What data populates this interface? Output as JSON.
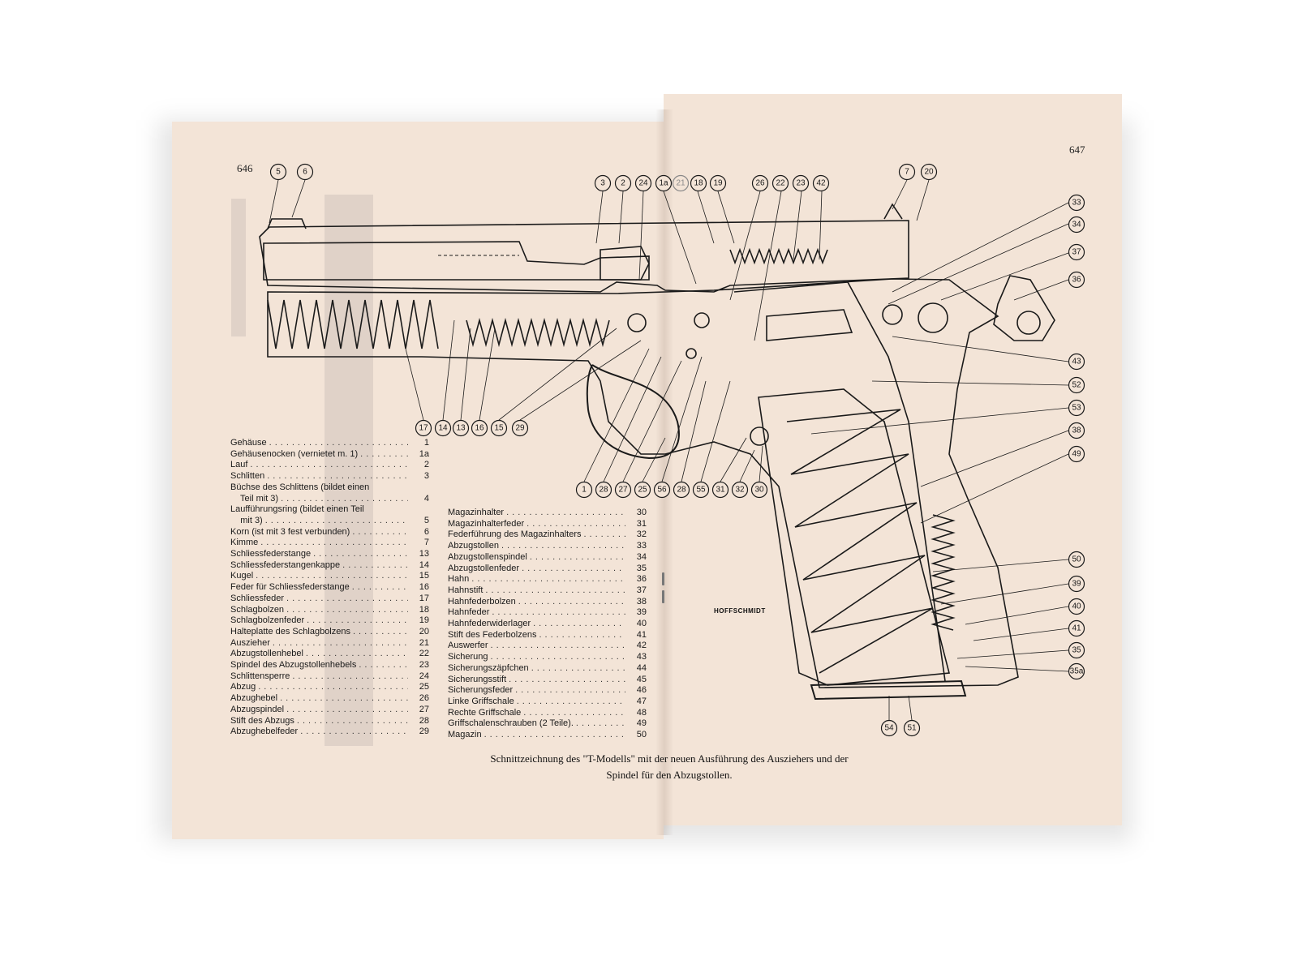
{
  "pages": {
    "left_number": "646",
    "right_number": "647"
  },
  "signature": "HOFFSCHMIDT",
  "caption": {
    "line1": "Schnittzeichnung des \"T-Modells\" mit der neuen Ausführung des Ausziehers und der",
    "line2": "Spindel für den Abzugstollen."
  },
  "callouts": {
    "top_left": [
      "5",
      "6"
    ],
    "top_middle": [
      "3",
      "2",
      "24",
      "1a",
      "21",
      "18",
      "19",
      "26",
      "22",
      "23",
      "42"
    ],
    "top_right": [
      "7",
      "20"
    ],
    "right_column": [
      "33",
      "34",
      "37",
      "36",
      "43",
      "52",
      "53",
      "38",
      "49",
      "50",
      "39",
      "40",
      "41",
      "35",
      "35a"
    ],
    "bottom_left_row": [
      "17",
      "14",
      "13",
      "16",
      "15",
      "29"
    ],
    "bottom_middle_row": [
      "1",
      "28",
      "27",
      "25",
      "56",
      "28",
      "55",
      "31",
      "32",
      "30"
    ],
    "bottom_magazine": [
      "54",
      "51"
    ]
  },
  "parts_left": [
    {
      "name": "Gehäuse",
      "num": "1"
    },
    {
      "name": "Gehäusenocken (vernietet m. 1)",
      "num": "1a"
    },
    {
      "name": "Lauf",
      "num": "2"
    },
    {
      "name": "Schlitten",
      "num": "3"
    },
    {
      "name": "Büchse des Schlittens (bildet einen",
      "num": ""
    },
    {
      "name": "    Teil mit 3)",
      "num": "4"
    },
    {
      "name": "Laufführungsring (bildet einen Teil",
      "num": ""
    },
    {
      "name": "    mit 3)",
      "num": "5"
    },
    {
      "name": "Korn (ist mit 3 fest verbunden)",
      "num": "6"
    },
    {
      "name": "Kimme",
      "num": "7"
    },
    {
      "name": "Schliessfederstange",
      "num": "13"
    },
    {
      "name": "Schliessfederstangenkappe",
      "num": "14"
    },
    {
      "name": "Kugel",
      "num": "15"
    },
    {
      "name": "Feder für Schliessfederstange",
      "num": "16"
    },
    {
      "name": "Schliessfeder",
      "num": "17"
    },
    {
      "name": "Schlagbolzen",
      "num": "18"
    },
    {
      "name": "Schlagbolzenfeder",
      "num": "19"
    },
    {
      "name": "Halteplatte des Schlagbolzens",
      "num": "20"
    },
    {
      "name": "Auszieher",
      "num": "21"
    },
    {
      "name": "Abzugstollenhebel",
      "num": "22"
    },
    {
      "name": "Spindel des Abzugstollenhebels",
      "num": "23"
    },
    {
      "name": "Schlittensperre",
      "num": "24"
    },
    {
      "name": "Abzug",
      "num": "25"
    },
    {
      "name": "Abzughebel",
      "num": "26"
    },
    {
      "name": "Abzugspindel",
      "num": "27"
    },
    {
      "name": "Stift des Abzugs",
      "num": "28"
    },
    {
      "name": "Abzughebelfeder",
      "num": "29"
    }
  ],
  "parts_right": [
    {
      "name": "Magazinhalter",
      "num": "30"
    },
    {
      "name": "Magazinhalterfeder",
      "num": "31"
    },
    {
      "name": "Federführung des Magazinhalters",
      "num": "32"
    },
    {
      "name": "Abzugstollen",
      "num": "33"
    },
    {
      "name": "Abzugstollenspindel",
      "num": "34"
    },
    {
      "name": "Abzugstollenfeder",
      "num": "35"
    },
    {
      "name": "Hahn",
      "num": "36"
    },
    {
      "name": "Hahnstift",
      "num": "37"
    },
    {
      "name": "Hahnfederbolzen",
      "num": "38"
    },
    {
      "name": "Hahnfeder",
      "num": "39"
    },
    {
      "name": "Hahnfederwiderlager",
      "num": "40"
    },
    {
      "name": "Stift des Federbolzens",
      "num": "41"
    },
    {
      "name": "Auswerfer",
      "num": "42"
    },
    {
      "name": "Sicherung",
      "num": "43"
    },
    {
      "name": "Sicherungszäpfchen",
      "num": "44"
    },
    {
      "name": "Sicherungsstift",
      "num": "45"
    },
    {
      "name": "Sicherungsfeder",
      "num": "46"
    },
    {
      "name": "Linke Griffschale",
      "num": "47"
    },
    {
      "name": "Rechte Griffschale",
      "num": "48"
    },
    {
      "name": "Griffschalenschrauben (2 Teile).",
      "num": "49"
    },
    {
      "name": "Magazin",
      "num": "50"
    }
  ]
}
